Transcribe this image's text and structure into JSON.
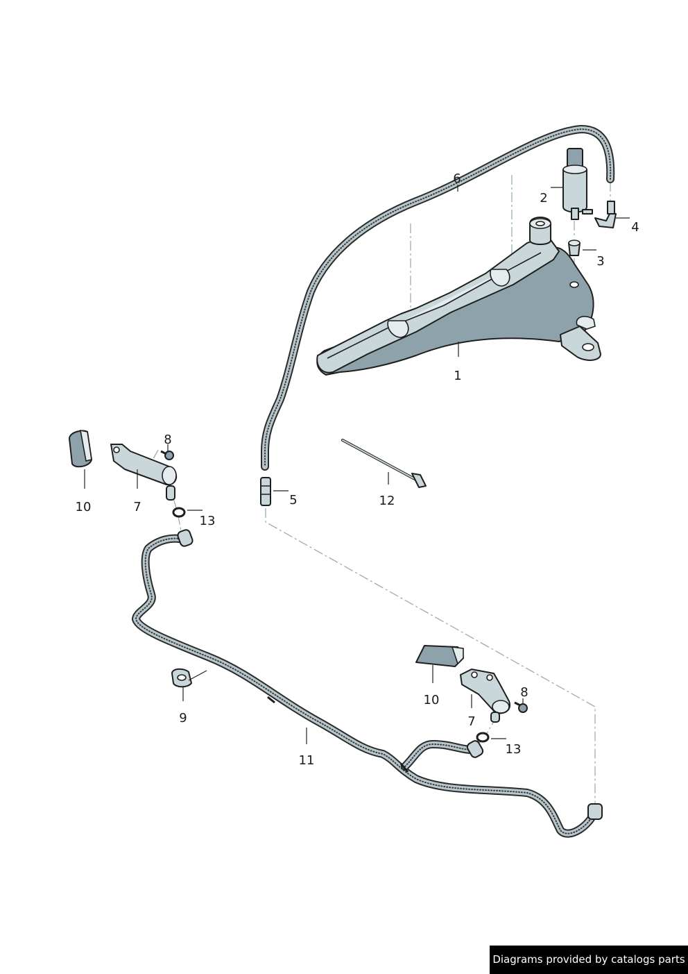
{
  "callouts": [
    {
      "id": "c1",
      "label": "1"
    },
    {
      "id": "c2",
      "label": "2"
    },
    {
      "id": "c3",
      "label": "3"
    },
    {
      "id": "c4",
      "label": "4"
    },
    {
      "id": "c5",
      "label": "5"
    },
    {
      "id": "c6",
      "label": "6"
    },
    {
      "id": "c7a",
      "label": "7"
    },
    {
      "id": "c7b",
      "label": "7"
    },
    {
      "id": "c8a",
      "label": "8"
    },
    {
      "id": "c8b",
      "label": "8"
    },
    {
      "id": "c9",
      "label": "9"
    },
    {
      "id": "c10a",
      "label": "10"
    },
    {
      "id": "c10b",
      "label": "10"
    },
    {
      "id": "c11",
      "label": "11"
    },
    {
      "id": "c12",
      "label": "12"
    },
    {
      "id": "c13a",
      "label": "13"
    },
    {
      "id": "c13b",
      "label": "13"
    }
  ],
  "footer": {
    "credit": "Diagrams provided by catalogs parts"
  },
  "colors": {
    "part_fill": "#c9d6da",
    "part_shade": "#8da2aa",
    "outline": "#1e1e1e",
    "centerline": "#8fa7b2",
    "credit_bg": "#000000",
    "credit_text": "#ffffff"
  }
}
